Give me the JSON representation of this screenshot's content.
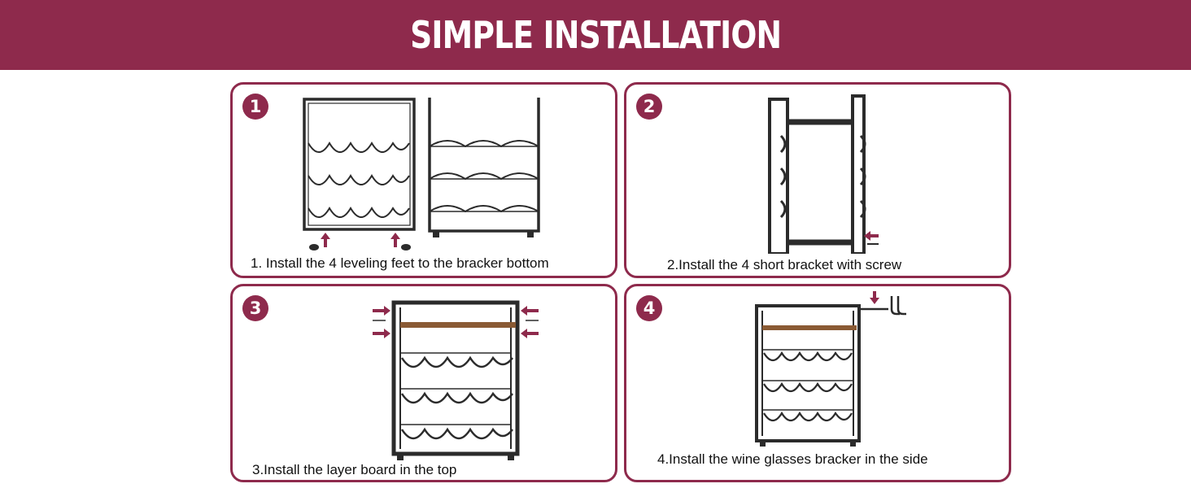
{
  "theme": {
    "accent": "#8E2A4C",
    "frame": "#2b2b2b",
    "wood": "#8a5a34"
  },
  "header": {
    "title": "SIMPLE INSTALLATION"
  },
  "steps": [
    {
      "number": "1",
      "caption": "1. Install the 4 leveling feet to the bracker bottom"
    },
    {
      "number": "2",
      "caption": "2.Install the 4 short bracket with screw"
    },
    {
      "number": "3",
      "caption": "3.Install the layer board in the top"
    },
    {
      "number": "4",
      "caption": "4.Install the wine glasses bracker in the side"
    }
  ]
}
